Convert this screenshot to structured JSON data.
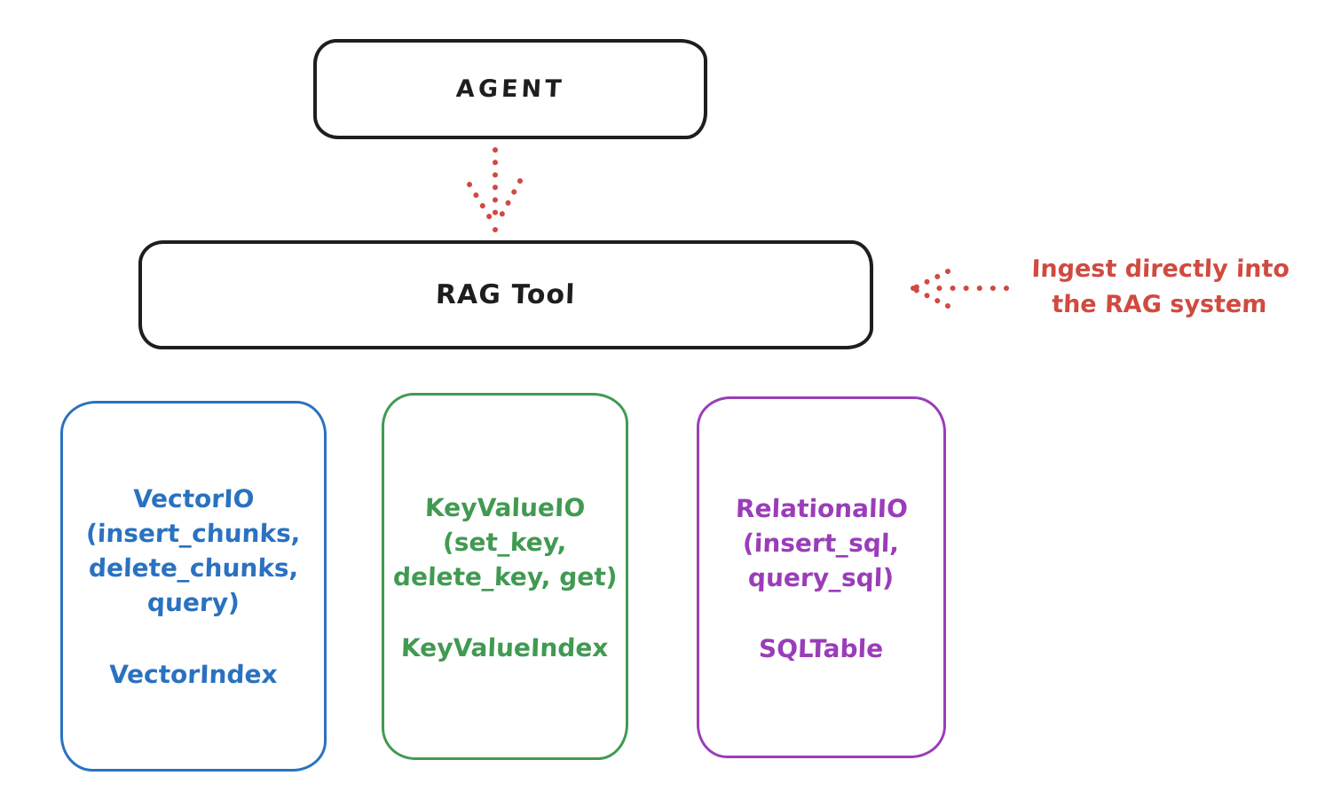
{
  "colors": {
    "stroke": "#1e1e1e",
    "red": "#d04a40",
    "blue": "#2a72c0",
    "green": "#419a52",
    "purple": "#9a3db9"
  },
  "agent": {
    "label": "AGENT"
  },
  "rag_tool": {
    "label": "RAG Tool"
  },
  "annotation": {
    "line1": "Ingest directly into",
    "line2": "the RAG system"
  },
  "boxes": [
    {
      "id": "vector-io",
      "lines": [
        "VectorIO",
        "(insert_chunks,",
        "delete_chunks,",
        "query)"
      ],
      "footer": "VectorIndex"
    },
    {
      "id": "keyvalue-io",
      "lines": [
        "KeyValueIO",
        "(set_key,",
        "delete_key, get)"
      ],
      "footer": "KeyValueIndex"
    },
    {
      "id": "relational-io",
      "lines": [
        "RelationalIO",
        "(insert_sql,",
        "query_sql)"
      ],
      "footer": "SQLTable"
    }
  ]
}
